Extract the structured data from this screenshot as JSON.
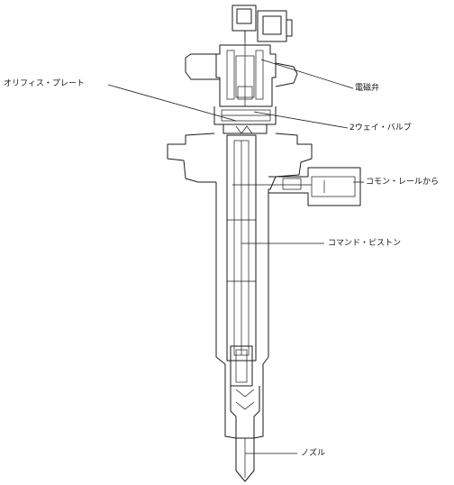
{
  "labels": {
    "orifice_plate": "オリフィス・プレート",
    "solenoid_valve": "電磁弁",
    "two_way_valve": "2ウェイ・バルブ",
    "from_common_rail": "コモン・レールから",
    "command_piston": "コマンド・ピストン",
    "nozzle": "ノズル"
  },
  "colors": {
    "line": "#1a1a1a",
    "background": "#ffffff"
  }
}
